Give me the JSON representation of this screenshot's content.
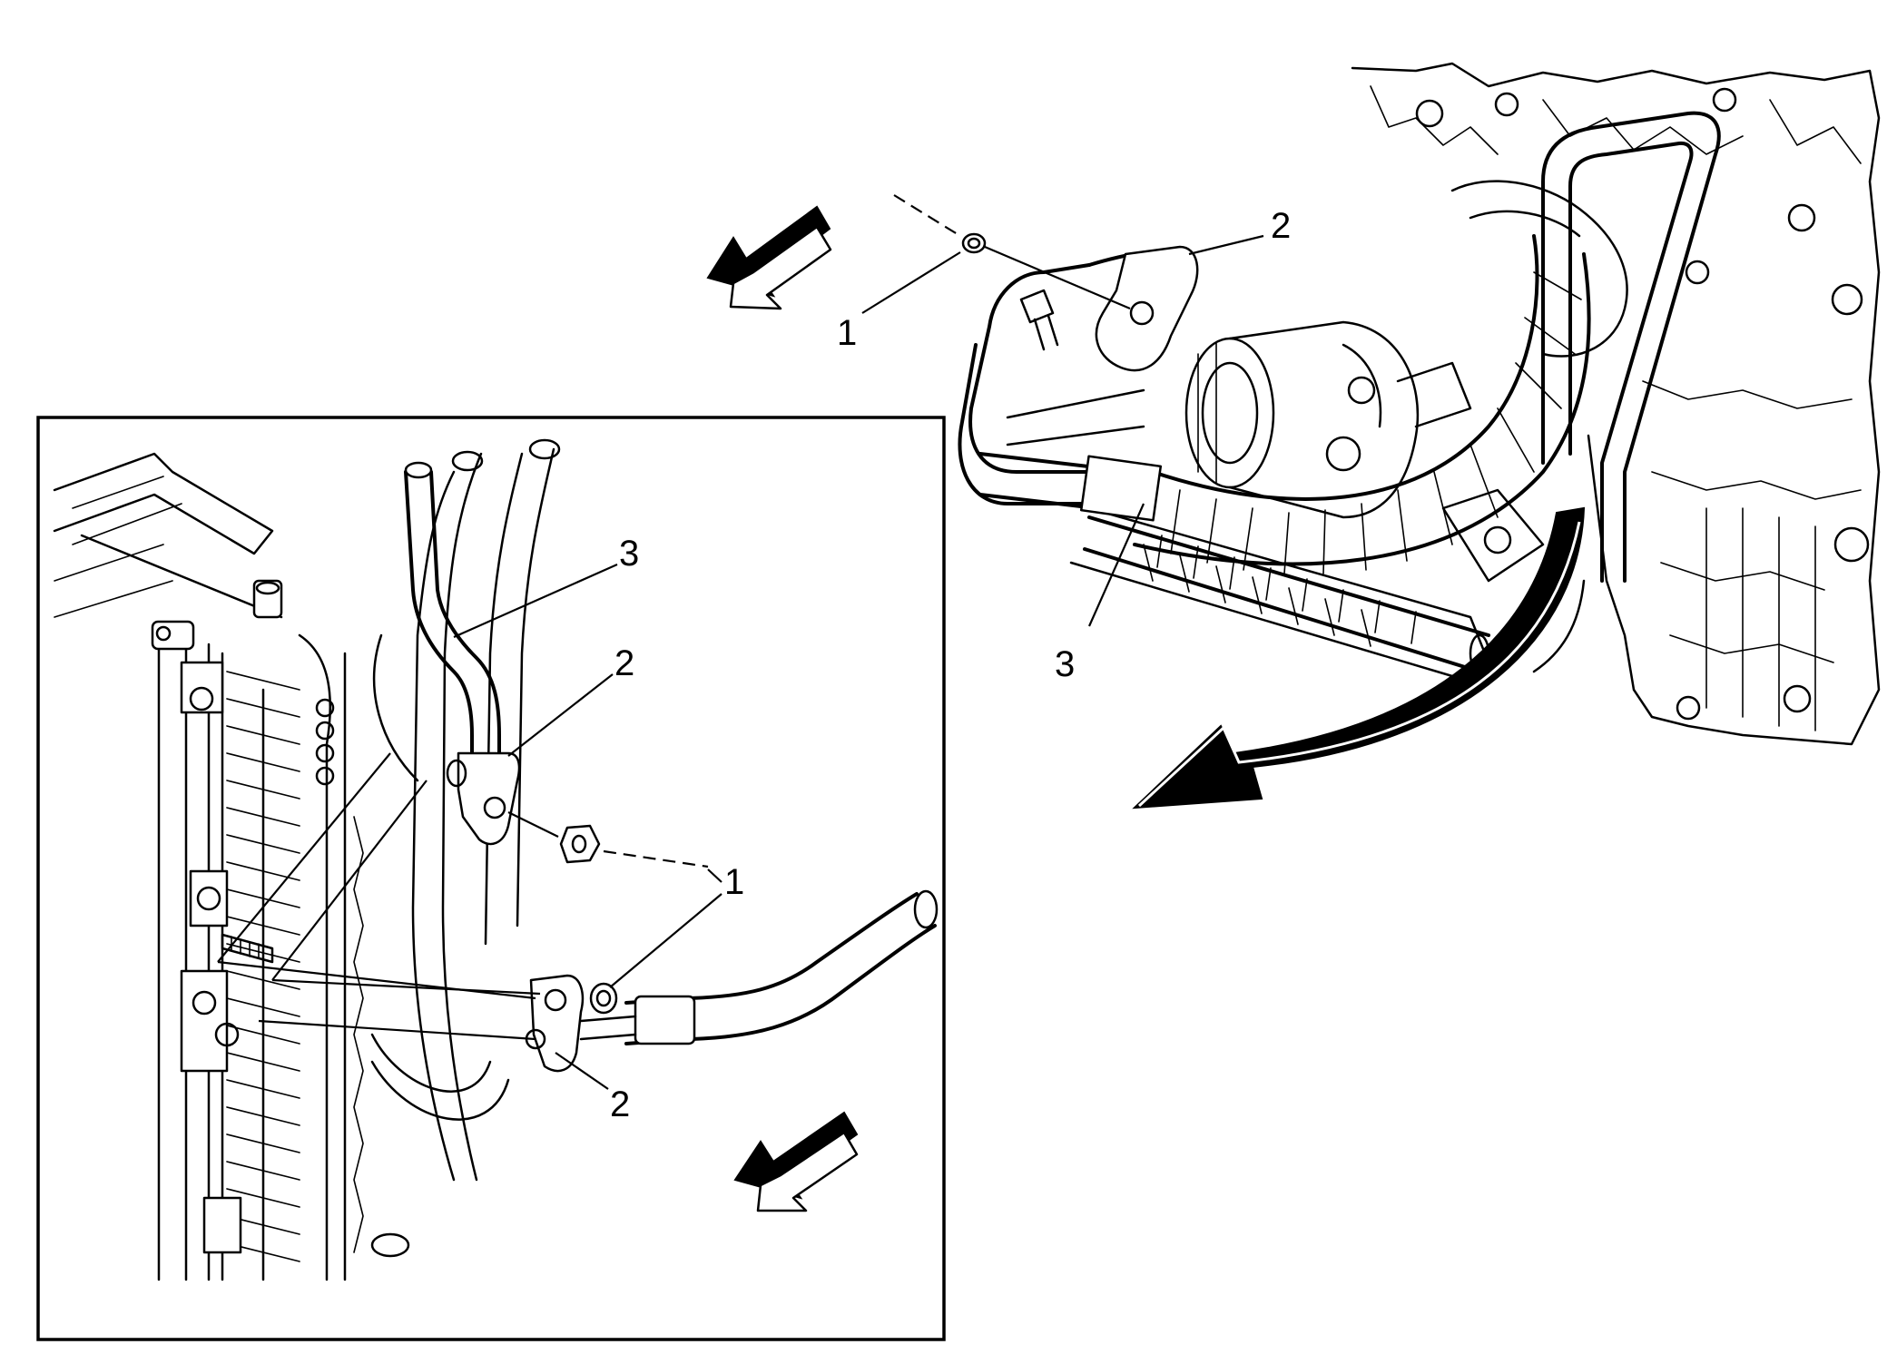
{
  "callouts": {
    "main": {
      "fastener": "1",
      "bracket": "2",
      "hose": "3"
    },
    "inset": {
      "hose": "3",
      "bracket_upper": "2",
      "fastener": "1",
      "bracket_lower": "2"
    }
  },
  "icons": {
    "forward_arrow_main": "direction-arrow-icon",
    "forward_arrow_inset": "direction-arrow-icon",
    "rotation_arrow": "curved-arrow-icon"
  }
}
